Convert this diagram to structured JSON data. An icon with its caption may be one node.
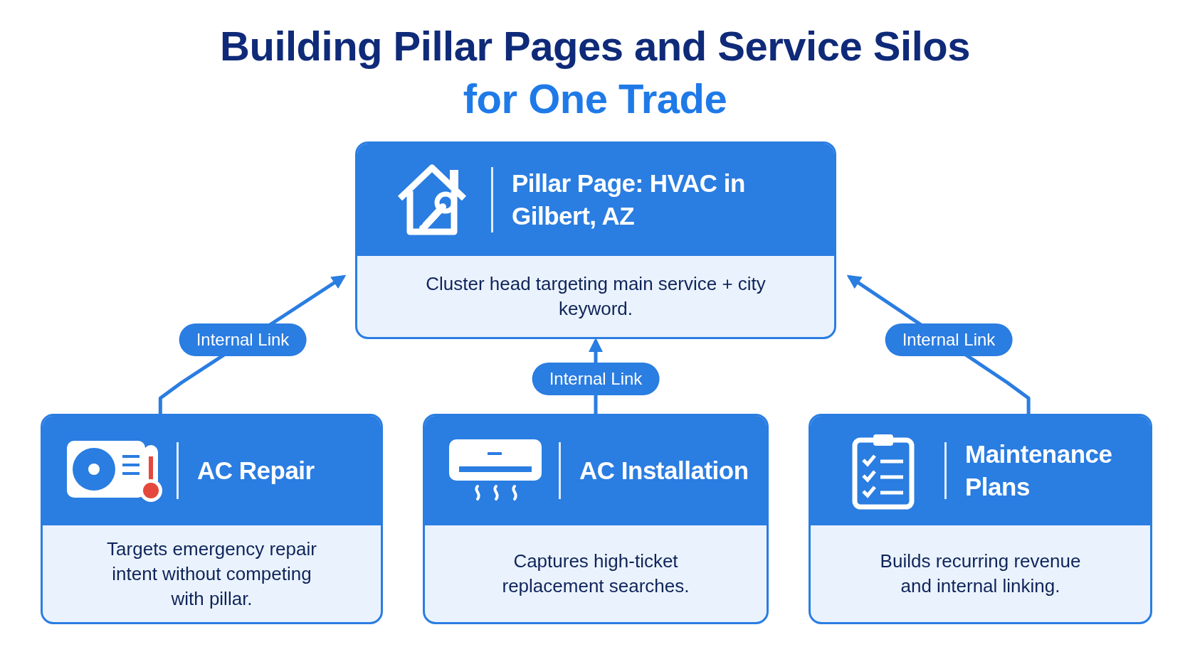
{
  "diagram": {
    "title": "Building Pillar Pages and Service Silos *for One Trade*",
    "nodes": [
      {
        "text": [
          "Pillar Page: HVAC in Gilbert, AZ",
          "Cluster head targeting main service + city keyword."
        ]
      },
      {
        "text": [
          "AC Repair",
          "Targets emergency repair intent without competing with pillar."
        ]
      },
      {
        "text": [
          "AC Installation",
          "Captures high-ticket replacement searches."
        ]
      },
      {
        "text": [
          "Maintenance Plans",
          "Builds recurring revenue and internal linking."
        ]
      }
    ],
    "edges": [
      {
        "from": 1,
        "to": 0,
        "arrow": "to",
        "label": "Internal Link"
      },
      {
        "from": 2,
        "to": 0,
        "arrow": "to",
        "label": "Internal Link"
      },
      {
        "from": 3,
        "to": 0,
        "arrow": "to",
        "label": "Internal Link"
      }
    ]
  }
}
